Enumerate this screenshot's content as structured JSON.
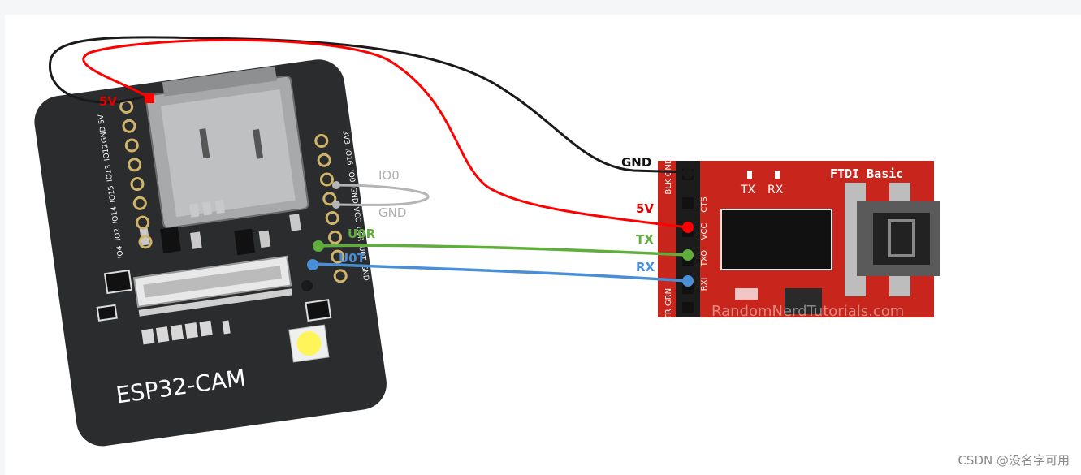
{
  "esp32": {
    "board_label": "ESP32-CAM",
    "left_pins": [
      "IO12",
      "IO13",
      "IO15",
      "IO14",
      "IO2",
      "IO4"
    ],
    "left_top_pin": "GND 5V",
    "right_pins": [
      "3V3",
      "IO16",
      "IO0",
      "GND",
      "VCC",
      "U0R",
      "U0T",
      "GND"
    ]
  },
  "ftdi": {
    "title": "FTDI Basic",
    "led_labels": [
      "TX",
      "RX"
    ],
    "pins": [
      "BLK GND",
      "CTS",
      "VCC",
      "TXO",
      "RXI",
      "DTR GRN"
    ],
    "watermark": "RandomNerdTutorials.com"
  },
  "wire_labels": {
    "esp_5v": "5V",
    "ftdi_gnd": "GND",
    "ftdi_5v": "5V",
    "ftdi_tx": "TX",
    "ftdi_rx": "RX",
    "esp_u0r": "U0R",
    "esp_u0t": "U0T",
    "io0": "IO0",
    "gnd_jumper": "GND"
  },
  "colors": {
    "red_wire": "#ff0000",
    "black_wire": "#1a1a1a",
    "green_wire": "#5fae3c",
    "blue_wire": "#4a8fd6",
    "gray_wire": "#b5b5b5",
    "ftdi_board": "#c8261c",
    "esp_board": "#2a2c2e"
  },
  "footer": {
    "credit": "CSDN @没名字可用"
  }
}
